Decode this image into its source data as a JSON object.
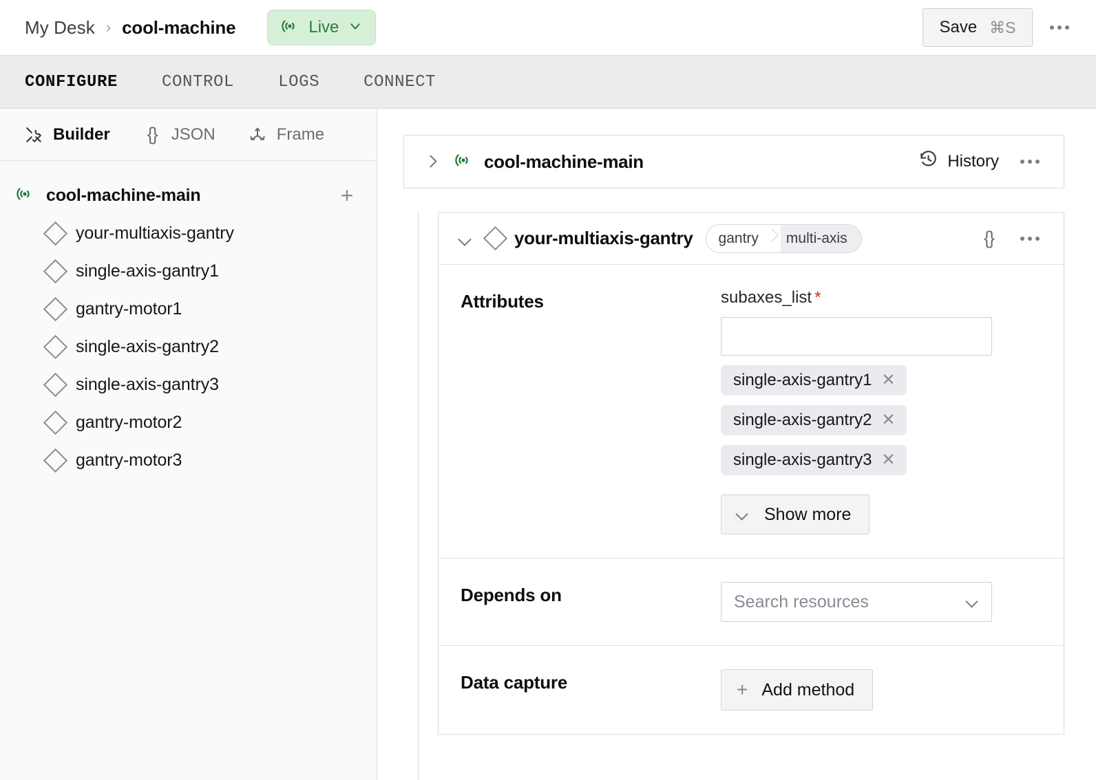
{
  "header": {
    "breadcrumb_root": "My Desk",
    "breadcrumb_sep": "›",
    "breadcrumb_current": "cool-machine",
    "live_label": "Live",
    "save_label": "Save",
    "save_shortcut": "⌘S",
    "live_bg": "#d6f0d8",
    "live_fg": "#2e7d3c"
  },
  "tabs": [
    {
      "label": "CONFIGURE",
      "active": true
    },
    {
      "label": "CONTROL",
      "active": false
    },
    {
      "label": "LOGS",
      "active": false
    },
    {
      "label": "CONNECT",
      "active": false
    }
  ],
  "sidebar": {
    "modes": [
      {
        "label": "Builder",
        "active": true
      },
      {
        "label": "JSON",
        "active": false
      },
      {
        "label": "Frame",
        "active": false
      }
    ],
    "brace_glyph": "{}",
    "root": {
      "label": "cool-machine-main"
    },
    "add_glyph": "+",
    "items": [
      {
        "label": "your-multiaxis-gantry"
      },
      {
        "label": "single-axis-gantry1"
      },
      {
        "label": "gantry-motor1"
      },
      {
        "label": "single-axis-gantry2"
      },
      {
        "label": "single-axis-gantry3"
      },
      {
        "label": "gantry-motor2"
      },
      {
        "label": "gantry-motor3"
      }
    ]
  },
  "main": {
    "root_card": {
      "title": "cool-machine-main",
      "history_label": "History"
    },
    "component": {
      "title": "your-multiaxis-gantry",
      "badge_primary": "gantry",
      "badge_secondary": "multi-axis",
      "json_glyph": "{}"
    },
    "attributes": {
      "section_label": "Attributes",
      "field_label": "subaxes_list",
      "required_marker": "*",
      "input_value": "",
      "input_placeholder": "",
      "chips": [
        {
          "label": "single-axis-gantry1",
          "remove": "✕"
        },
        {
          "label": "single-axis-gantry2",
          "remove": "✕"
        },
        {
          "label": "single-axis-gantry3",
          "remove": "✕"
        }
      ],
      "show_more_label": "Show more"
    },
    "depends_on": {
      "section_label": "Depends on",
      "placeholder": "Search resources"
    },
    "data_capture": {
      "section_label": "Data capture",
      "add_method_label": "Add method",
      "plus_glyph": "+"
    }
  }
}
